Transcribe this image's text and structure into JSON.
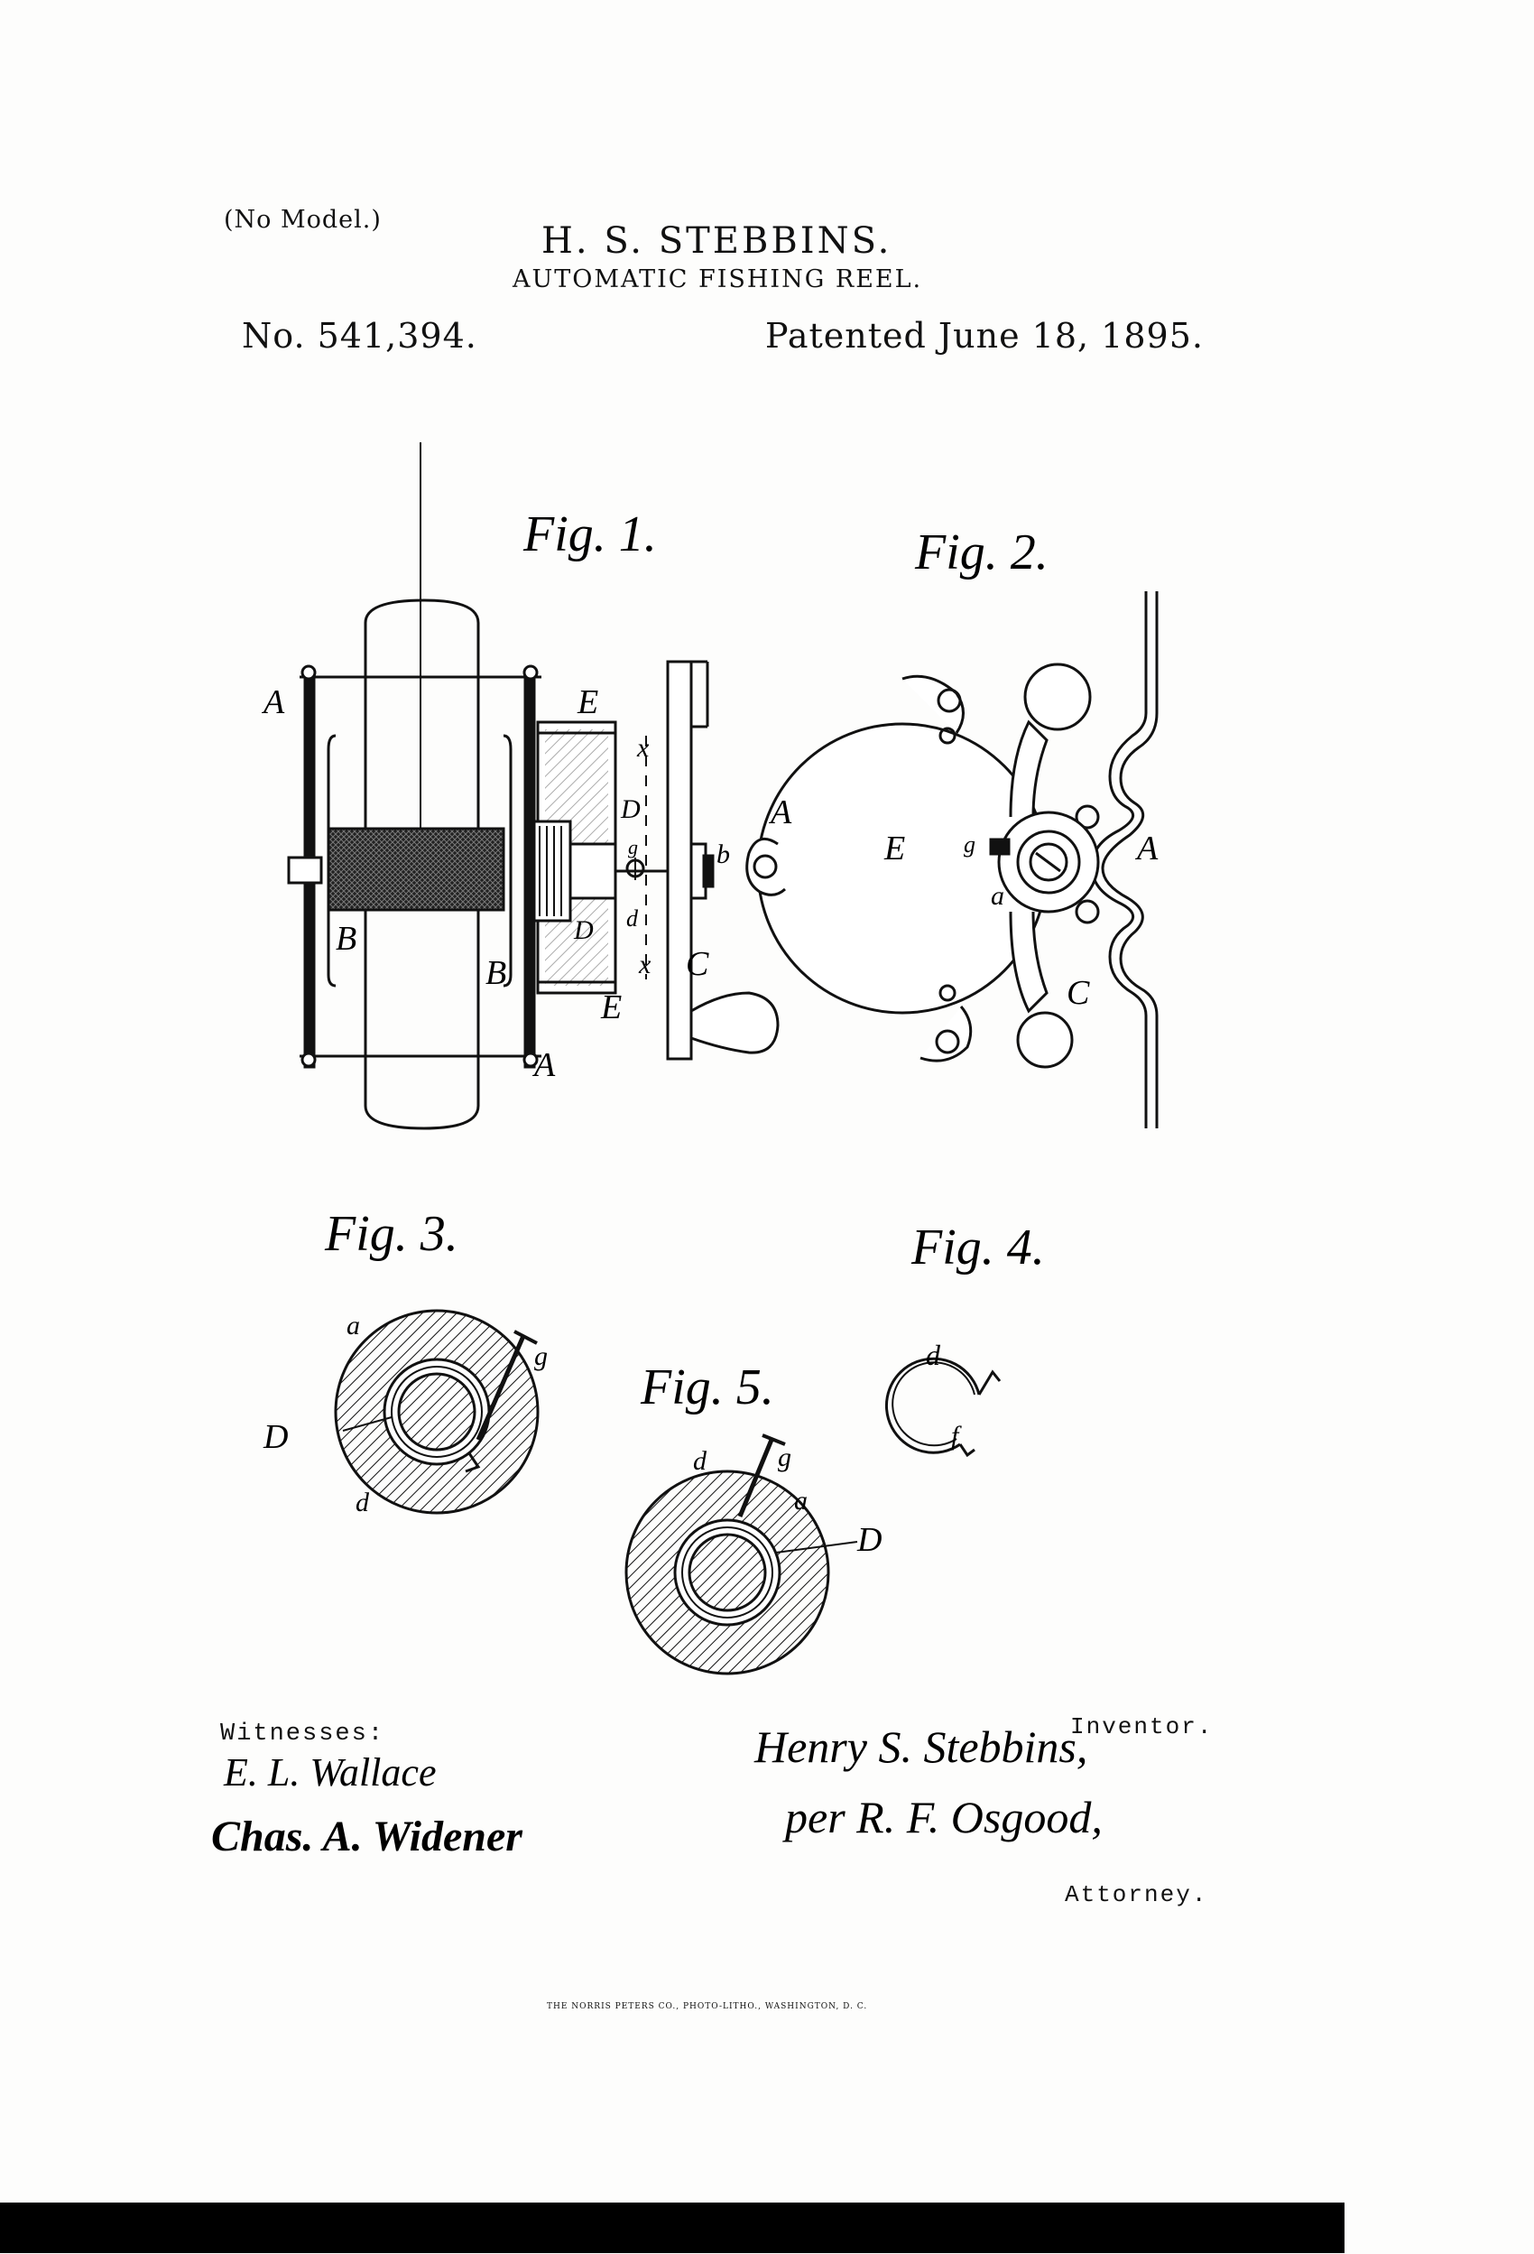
{
  "header": {
    "no_model": "(No Model.)",
    "inventor": "H. S. STEBBINS.",
    "title": "AUTOMATIC FISHING REEL.",
    "patent_no": "No. 541,394.",
    "patent_date": "Patented June 18, 1895."
  },
  "figures": {
    "fig1": "Fig. 1.",
    "fig2": "Fig. 2.",
    "fig3": "Fig. 3.",
    "fig4": "Fig. 4.",
    "fig5": "Fig. 5."
  },
  "labels": {
    "A": "A",
    "B": "B",
    "C": "C",
    "D": "D",
    "E": "E",
    "a": "a",
    "b": "b",
    "d": "d",
    "f": "f",
    "g": "g",
    "x": "x"
  },
  "footer": {
    "witnesses_label": "Witnesses:",
    "witness_1": "E. L. Wallace",
    "witness_2": "Chas. A. Widener",
    "inventor_label": "Inventor.",
    "inventor_signature": "Henry S. Stebbins,",
    "attorney_signature": "per R. F. Osgood,",
    "attorney_label": "Attorney.",
    "printer": "THE NORRIS PETERS CO., PHOTO-LITHO., WASHINGTON, D. C."
  }
}
